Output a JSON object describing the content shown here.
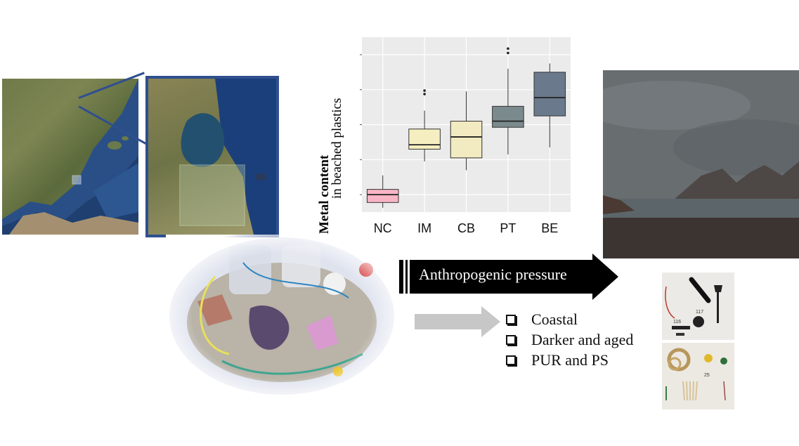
{
  "chart_data": {
    "type": "box",
    "categories": [
      "NC",
      "IM",
      "CB",
      "PT",
      "BE"
    ],
    "series": [
      {
        "boxes": [
          {
            "whisker_low": 0.25,
            "q1": 0.55,
            "median": 1.0,
            "q3": 1.3,
            "whisker_high": 2.1,
            "outliers": []
          },
          {
            "whisker_low": 2.9,
            "q1": 3.6,
            "median": 3.85,
            "q3": 4.75,
            "whisker_high": 5.8,
            "outliers": [
              6.75,
              6.95
            ]
          },
          {
            "whisker_low": 2.4,
            "q1": 3.1,
            "median": 4.3,
            "q3": 5.2,
            "whisker_high": 6.9,
            "outliers": []
          },
          {
            "whisker_low": 3.3,
            "q1": 4.85,
            "median": 5.2,
            "q3": 6.05,
            "whisker_high": 8.2,
            "outliers": [
              9.1,
              9.35
            ]
          },
          {
            "whisker_low": 3.7,
            "q1": 5.5,
            "median": 6.55,
            "q3": 8.0,
            "whisker_high": 8.5,
            "outliers": []
          }
        ],
        "colors": [
          "#f9b5c4",
          "#f5eec0",
          "#f2eac0",
          "#7b8a8c",
          "#6a7a8c"
        ]
      }
    ],
    "ylabel": {
      "bold": "Metal content",
      "rest": "in beached plastics"
    },
    "ylim": [
      0,
      10
    ],
    "y_ticks_shown": [
      1,
      3,
      5,
      7,
      9
    ],
    "y_tick_labels": "none",
    "grid": true,
    "background": "#ebebeb"
  },
  "flow": {
    "pressure_label": "Anthropogenic pressure",
    "checklist": [
      "Coastal",
      "Darker and aged",
      "PUR and PS"
    ]
  },
  "photo_text": {
    "item_tags": [
      "116",
      "117",
      "25"
    ]
  },
  "colors": {
    "map_frame": "#2f4f8f",
    "arrow_fill": "#000000",
    "grey_arrow": "#c7c7c7"
  }
}
